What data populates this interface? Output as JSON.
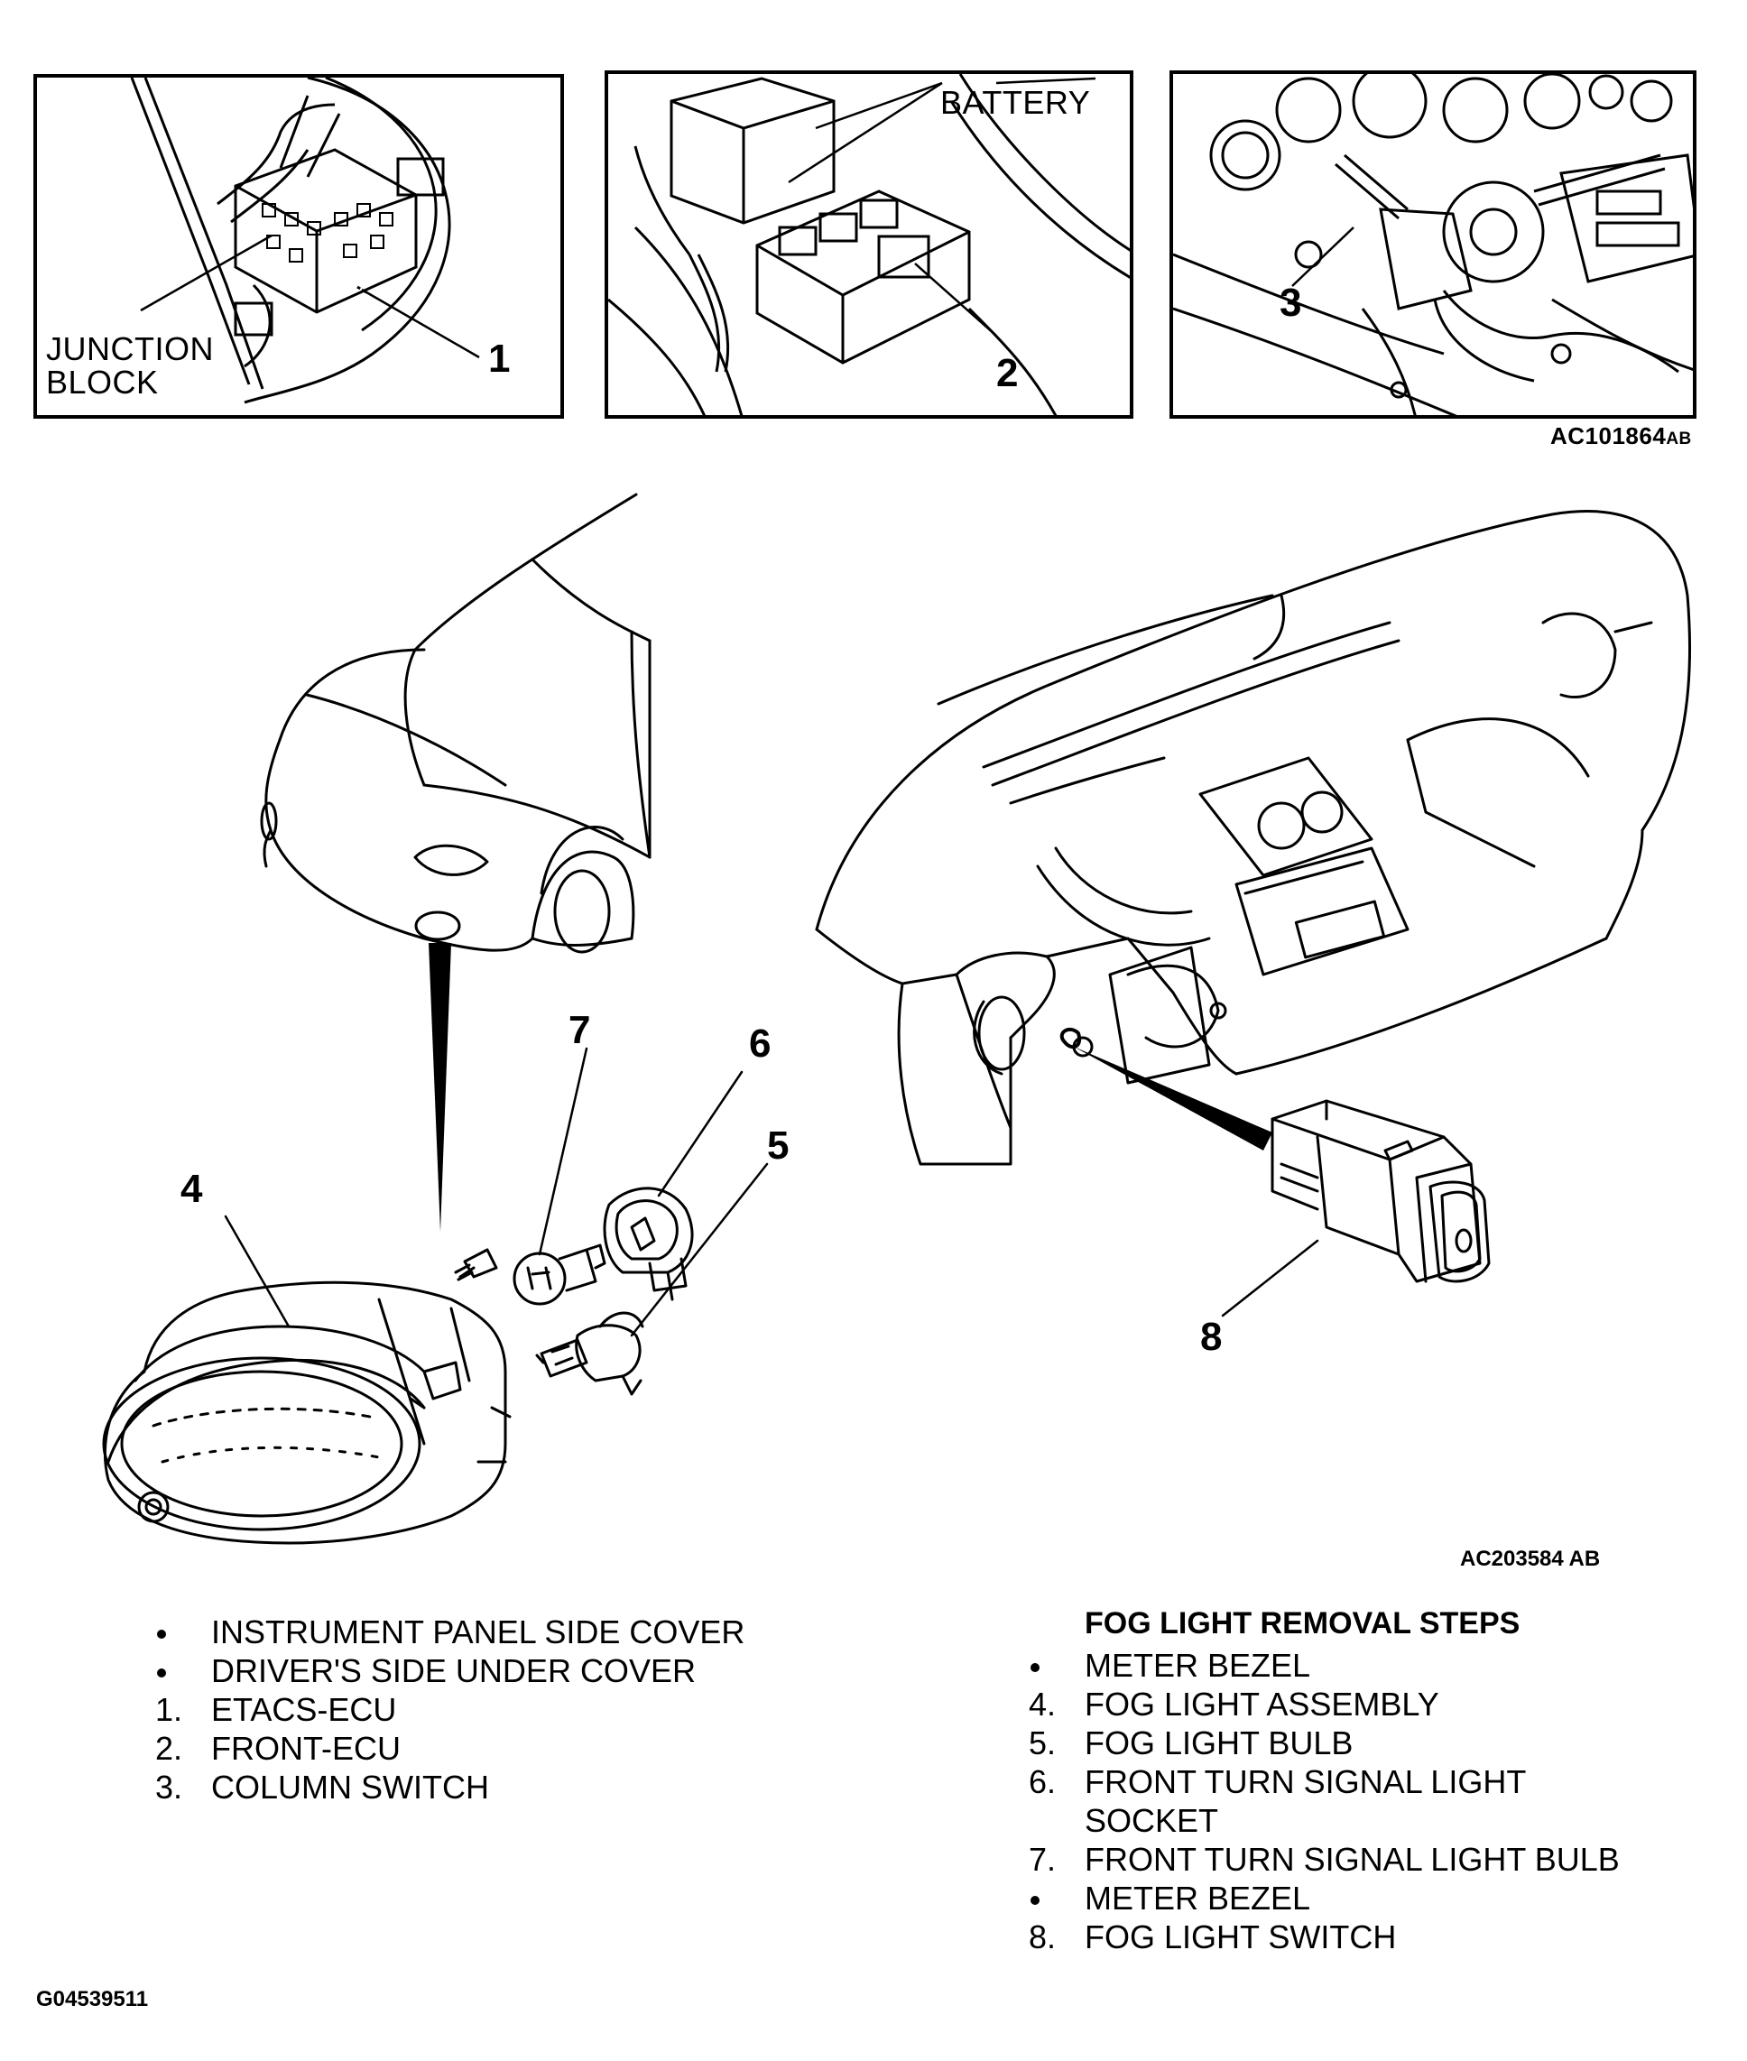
{
  "top_panels": {
    "panel1": {
      "label": "JUNCTION\nBLOCK",
      "label_line1": "JUNCTION",
      "label_line2": "BLOCK",
      "callout": "1"
    },
    "panel2": {
      "label": "BATTERY",
      "callout": "2"
    },
    "panel3": {
      "callout": "3"
    },
    "figure_code": "AC101864",
    "figure_code_suffix": "AB"
  },
  "main_diagram": {
    "callouts": [
      "4",
      "5",
      "6",
      "7",
      "8"
    ],
    "figure_code": "AC203584  AB"
  },
  "left_list": [
    {
      "marker": "dot",
      "text": "INSTRUMENT PANEL SIDE COVER"
    },
    {
      "marker": "dot",
      "text": "DRIVER'S SIDE UNDER COVER"
    },
    {
      "marker": "1.",
      "text": "ETACS-ECU"
    },
    {
      "marker": "2.",
      "text": "FRONT-ECU"
    },
    {
      "marker": "3.",
      "text": "COLUMN SWITCH"
    }
  ],
  "right_list": {
    "title": "FOG LIGHT REMOVAL STEPS",
    "items": [
      {
        "marker": "dot",
        "text": "METER BEZEL"
      },
      {
        "marker": "4.",
        "text": "FOG LIGHT ASSEMBLY"
      },
      {
        "marker": "5.",
        "text": "FOG LIGHT BULB"
      },
      {
        "marker": "6.",
        "text": "FRONT TURN SIGNAL LIGHT"
      },
      {
        "marker": "",
        "text": "SOCKET"
      },
      {
        "marker": "7.",
        "text": "FRONT TURN SIGNAL LIGHT BULB"
      },
      {
        "marker": "dot",
        "text": "METER BEZEL"
      },
      {
        "marker": "8.",
        "text": "FOG LIGHT SWITCH"
      }
    ]
  },
  "footer_code": "G04539511"
}
